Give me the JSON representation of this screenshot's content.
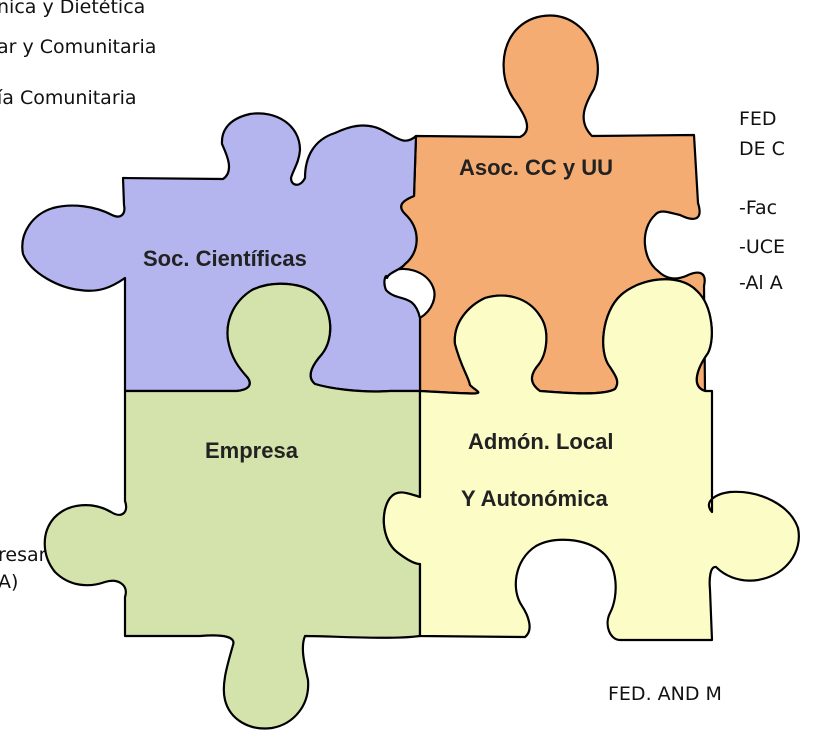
{
  "left_top_list": [
    "nica y Dietética",
    "ar y Comunitaria",
    "ía Comunitaria"
  ],
  "right_list": {
    "heading_line1": "FED",
    "heading_line2": "DE C",
    "items": [
      "-Fac",
      "-UCE",
      "-Al A"
    ]
  },
  "left_bottom_text": {
    "line1": "resarios",
    "line2": "A)"
  },
  "bottom_right_text": "FED. AND M",
  "pieces": {
    "scientific": {
      "label": "Soc. Científicas",
      "color": "#b4b4ef"
    },
    "associations": {
      "label": "Asoc. CC y UU",
      "color": "#f4ac73"
    },
    "business": {
      "label": "Empresa",
      "color": "#d4e3ab"
    },
    "administration": {
      "label_line1": "Admón. Local",
      "label_line2": "Y Autonómica",
      "color": "#fcfcc6"
    }
  }
}
